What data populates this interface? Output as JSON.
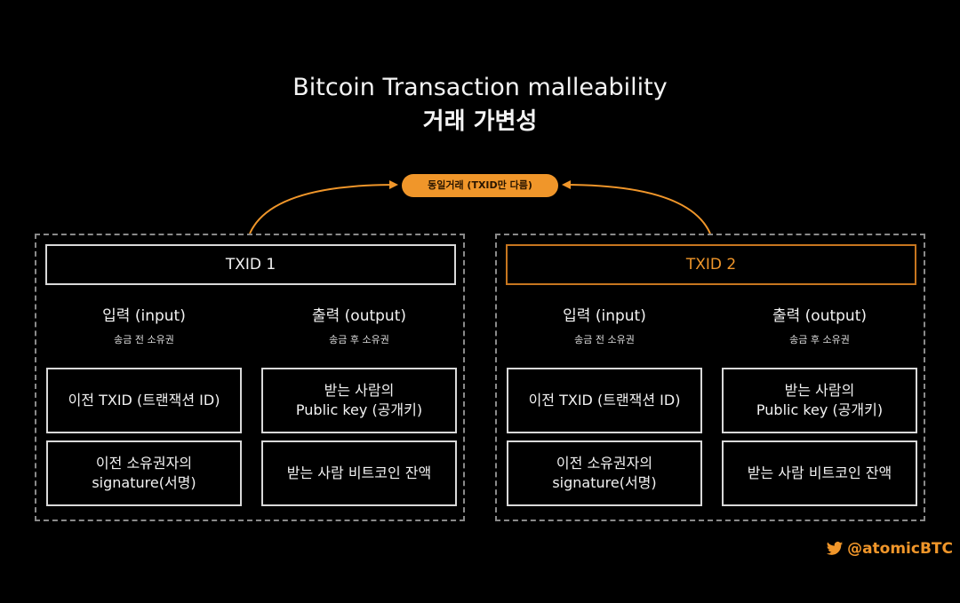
{
  "title": {
    "line1": "Bitcoin Transaction malleability",
    "line2": "거래 가변성"
  },
  "badge": {
    "label": "동일거래 (TXID만 다름)",
    "color": "#f0962a"
  },
  "transactions": [
    {
      "txid": "TXID 1",
      "input": {
        "heading": "입력 (input)",
        "sub": "송금 전 소유권",
        "cells": [
          "이전 TXID (트랜잭션 ID)",
          "이전 소유권자의\nsignature(서명)"
        ]
      },
      "output": {
        "heading": "출력 (output)",
        "sub": "송금 후 소유권",
        "cells": [
          "받는 사람의\nPublic key (공개키)",
          "받는 사람 비트코인 잔액"
        ]
      }
    },
    {
      "txid": "TXID 2",
      "input": {
        "heading": "입력 (input)",
        "sub": "송금 전 소유권",
        "cells": [
          "이전 TXID (트랜잭션 ID)",
          "이전 소유권자의\nsignature(서명)"
        ]
      },
      "output": {
        "heading": "출력 (output)",
        "sub": "송금 후 소유권",
        "cells": [
          "받는 사람의\nPublic key (공개키)",
          "받는 사람 비트코인 잔액"
        ]
      }
    }
  ],
  "footer": {
    "handle": "@atomicBTC",
    "icon": "twitter-bird-icon",
    "accent": "#f0962a"
  }
}
